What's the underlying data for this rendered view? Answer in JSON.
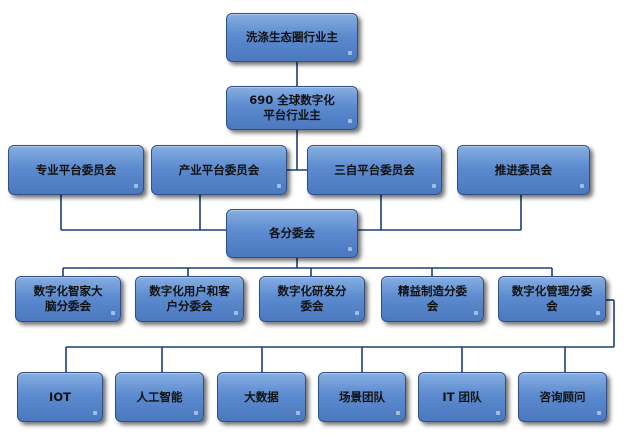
{
  "diagram": {
    "nodes": {
      "top": "洗涤生态圈行业主",
      "platform690": "690 全球数字化平台行业主",
      "committees": [
        "专业平台委员会",
        "产业平台委员会",
        "三自平台委员会",
        "推进委员会"
      ],
      "sub_committees_hub": "各分委会",
      "sub_committees": [
        "数字化智家大脑分委会",
        "数字化用户和客户分委会",
        "数字化研发分委会",
        "精益制造分委会",
        "数字化管理分委会"
      ],
      "teams": [
        "IOT",
        "人工智能",
        "大数据",
        "场景团队",
        "IT 团队",
        "咨询顾问"
      ]
    },
    "colors": {
      "box_top": "#86aee1",
      "box_bottom": "#4b78bf",
      "box_border": "#2f4f86",
      "line": "#1a3f7a"
    }
  }
}
